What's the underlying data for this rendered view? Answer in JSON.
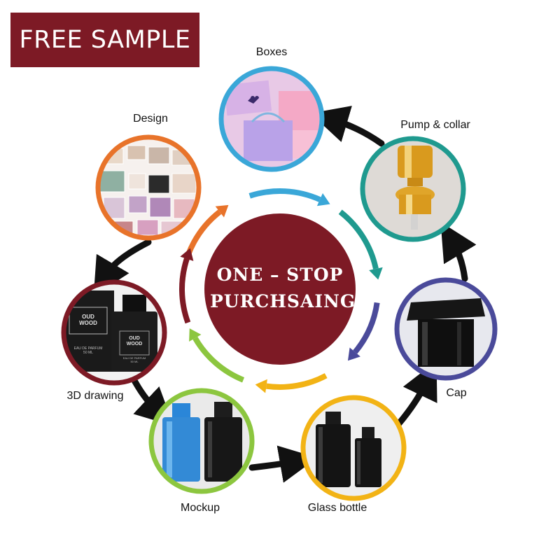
{
  "badge": {
    "text": "FREE SAMPLE"
  },
  "center": {
    "line1": "ONE – STOP",
    "line2": "PURCHSAING",
    "color": "#7d1a25"
  },
  "nodes": [
    {
      "id": "boxes",
      "label": "Boxes",
      "ring": "#3aa7d8",
      "theme": "pink-boxes"
    },
    {
      "id": "pump",
      "label": "Pump & collar",
      "ring": "#1f9a8f",
      "theme": "gold-pump"
    },
    {
      "id": "cap",
      "label": "Cap",
      "ring": "#4a4a9a",
      "theme": "black-cap"
    },
    {
      "id": "glass",
      "label": "Glass bottle",
      "ring": "#f2b315",
      "theme": "black-bottles"
    },
    {
      "id": "mockup",
      "label": "Mockup",
      "ring": "#8cc63f",
      "theme": "blue-black-bottles"
    },
    {
      "id": "drawing",
      "label": "3D drawing",
      "ring": "#7d1a25",
      "theme": "oud-wood-box"
    },
    {
      "id": "design",
      "label": "Design",
      "ring": "#e8732a",
      "theme": "dieline-sheets"
    }
  ],
  "inner_arrow_colors": [
    "#e8732a",
    "#3aa7d8",
    "#1f9a8f",
    "#4a4a9a",
    "#f2b315",
    "#8cc63f",
    "#7d1a25"
  ],
  "photo_text": {
    "oud_box_name": "OUD\nWOOD",
    "oud_box_sub": "EAU DE PARFUM\n50 ML",
    "oud_bottle_name": "OUD\nWOOD",
    "oud_bottle_sub": "EAU DE PARFUM\n50 ML"
  }
}
